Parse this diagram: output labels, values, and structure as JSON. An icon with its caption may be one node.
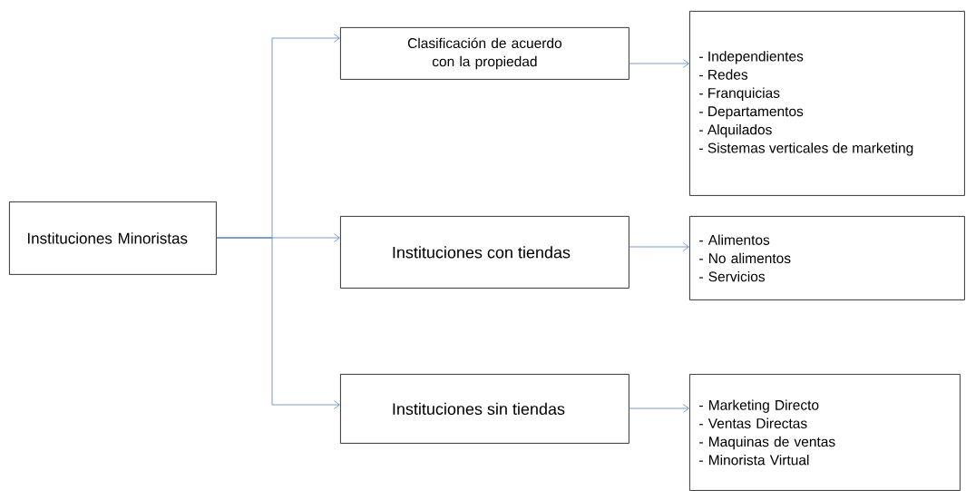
{
  "diagram": {
    "nodes": [
      {
        "text": [
          "Instituciones Minoristas"
        ]
      },
      {
        "text": [
          "Clasificación de acuerdo con la propiedad"
        ]
      },
      {
        "text": [
          "- Independientes",
          "- Redes",
          "- Franquicias",
          "- Departamentos",
          "- Alquilados",
          "- Sistemas verticales de marketing"
        ]
      },
      {
        "text": [
          "Instituciones con tiendas"
        ]
      },
      {
        "text": [
          "- Alimentos",
          "- No alimentos",
          "- Servicios"
        ]
      },
      {
        "text": [
          "Instituciones sin tiendas"
        ]
      },
      {
        "text": [
          "- Marketing Directo",
          "- Ventas Directas",
          "- Maquinas de ventas",
          "- Minorista Virtual"
        ]
      }
    ],
    "edges": [
      {
        "from": 0,
        "to": 1,
        "arrow": "to"
      },
      {
        "from": 0,
        "to": 3,
        "arrow": "to"
      },
      {
        "from": 0,
        "to": 5,
        "arrow": "to"
      },
      {
        "from": 1,
        "to": 2,
        "arrow": "to"
      },
      {
        "from": 3,
        "to": 4,
        "arrow": "to"
      },
      {
        "from": 5,
        "to": 6,
        "arrow": "to"
      }
    ]
  }
}
